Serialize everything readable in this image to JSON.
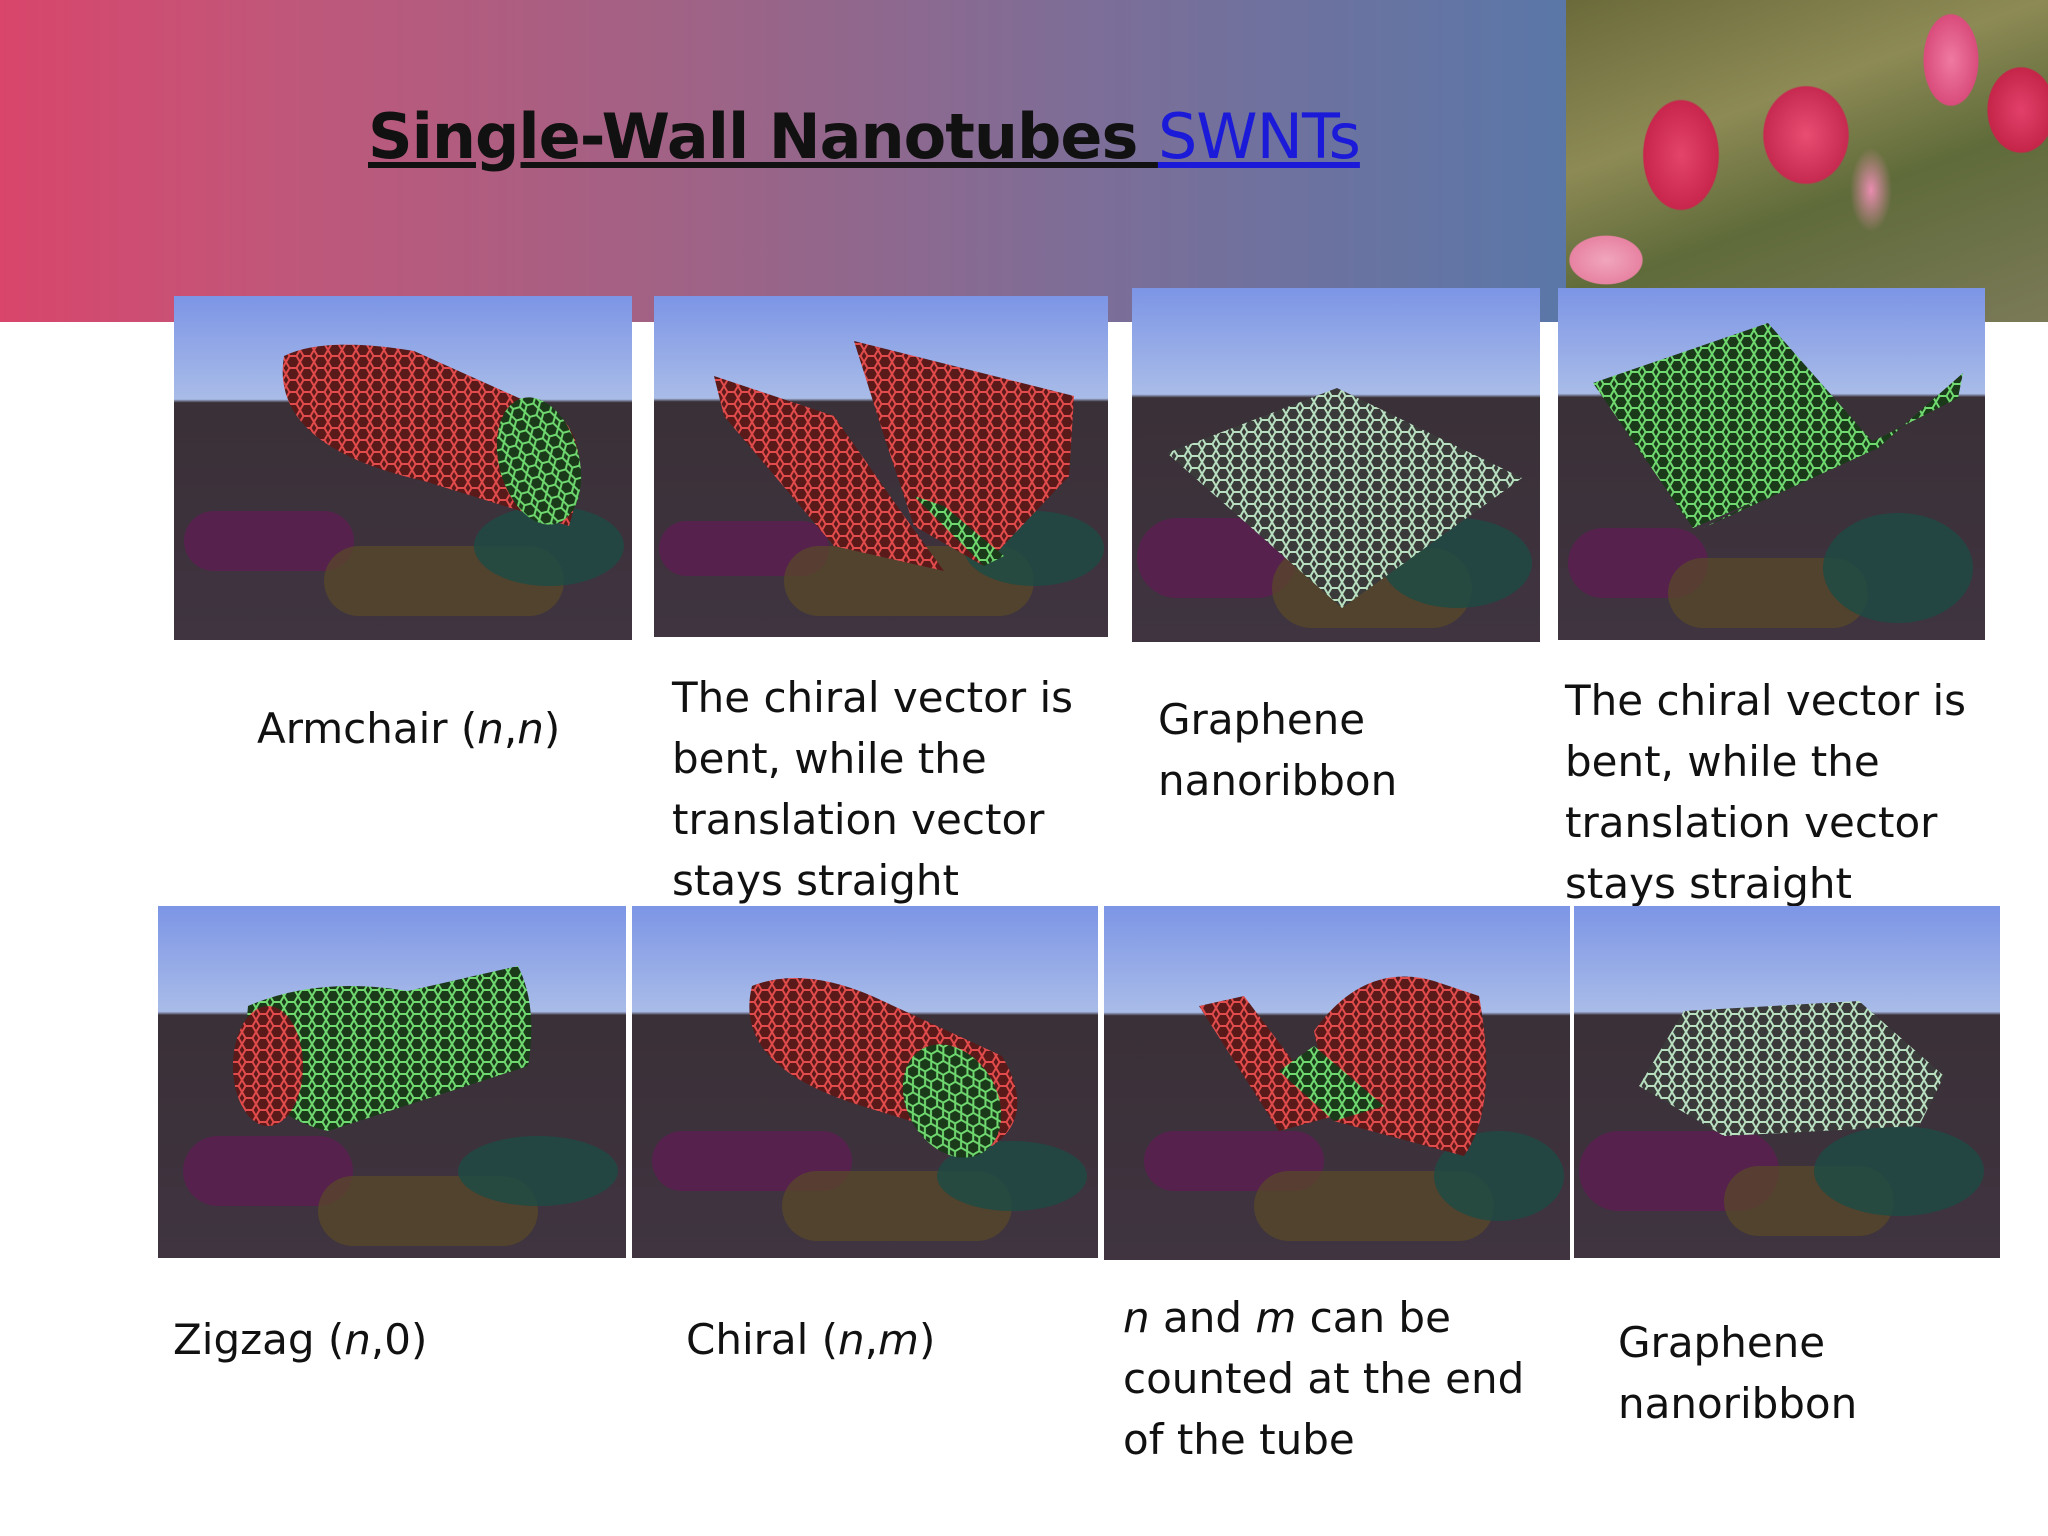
{
  "title": {
    "main": "Single-Wall Nanotubes ",
    "link": "SWNTs"
  },
  "top_row": [
    {
      "name": "armchair-tube-image",
      "caption": [
        "Armchair (",
        "n",
        ",",
        "n",
        ")"
      ]
    },
    {
      "name": "bending-sheet-image-1",
      "caption_lines": [
        "The chiral vector is",
        "bent, while the",
        "translation vector",
        "stays straight"
      ]
    },
    {
      "name": "graphene-sheet-image-1",
      "caption_lines": [
        "Graphene",
        "nanoribbon"
      ]
    },
    {
      "name": "bending-sheet-image-2",
      "caption_lines": [
        "The chiral vector is",
        "bent, while the",
        "translation vector",
        "stays straight"
      ]
    }
  ],
  "bottom_row": [
    {
      "name": "zigzag-tube-image",
      "caption": [
        "Zigzag (",
        "n",
        ",0)"
      ]
    },
    {
      "name": "chiral-tube-image",
      "caption": [
        "Chiral (",
        "n",
        ",",
        "m",
        ")"
      ]
    },
    {
      "name": "rolling-tube-image",
      "caption_lines": [
        "n",
        " and ",
        "m",
        " can be",
        "counted at the end",
        "of the tube"
      ]
    },
    {
      "name": "graphene-sheet-image-2",
      "caption_lines": [
        "Graphene",
        "nanoribbon"
      ]
    }
  ],
  "colors": {
    "header_start": "#d9456b",
    "header_end": "#5a77a8",
    "link": "#1a1ad8",
    "text": "#111111"
  }
}
